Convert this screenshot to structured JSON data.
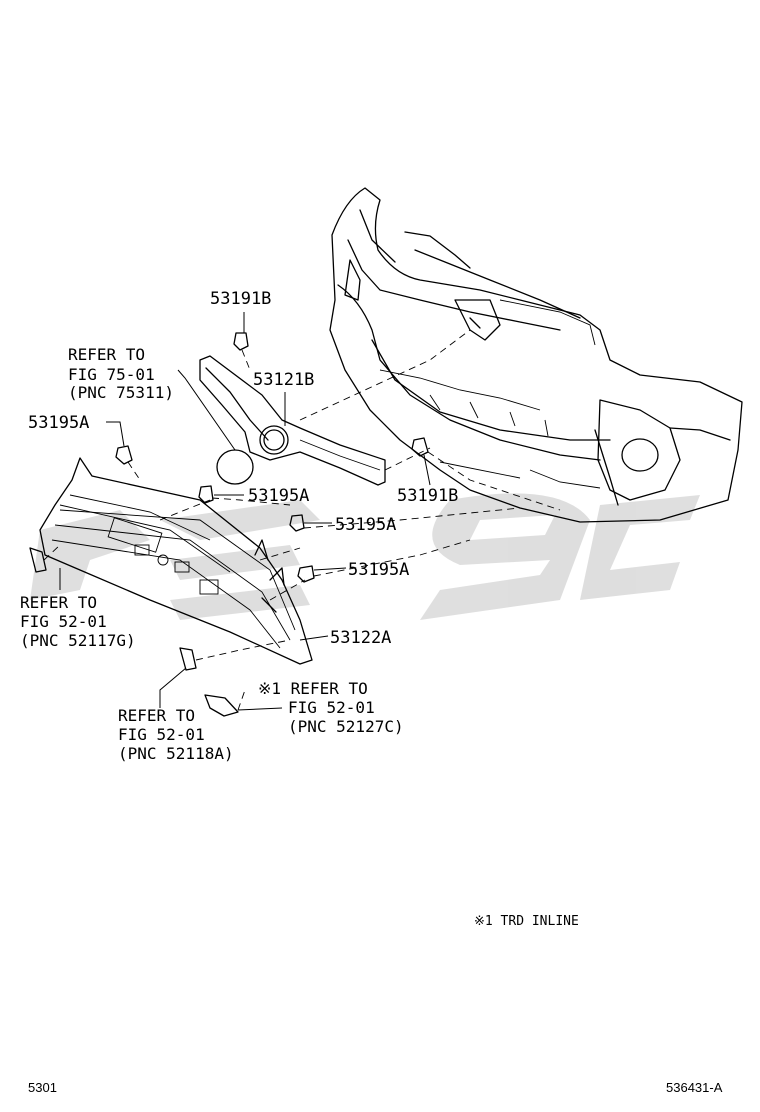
{
  "diagram": {
    "parts": {
      "p53191b_top": "53191B",
      "p53121b": "53121B",
      "p53195a_left": "53195A",
      "p53195a_mid": "53195A",
      "p53191b_right": "53191B",
      "p53195a_r1": "53195A",
      "p53195a_r2": "53195A",
      "p53122a": "53122A"
    },
    "refs": {
      "fig75": [
        "REFER TO",
        "FIG 75-01",
        "(PNC 75311)"
      ],
      "fig52_g": [
        "REFER TO",
        "FIG 52-01",
        "(PNC 52117G)"
      ],
      "fig52_a": [
        "REFER TO",
        "FIG 52-01",
        "(PNC 52118A)"
      ],
      "fig52_c": [
        "※1 REFER TO",
        "FIG 52-01",
        "(PNC 52127C)"
      ]
    },
    "note": "※1 TRD INLINE",
    "footer_left": "5301",
    "footer_right": "536431-A"
  },
  "colors": {
    "line": "#000000",
    "watermark": "#d9d9d9"
  }
}
